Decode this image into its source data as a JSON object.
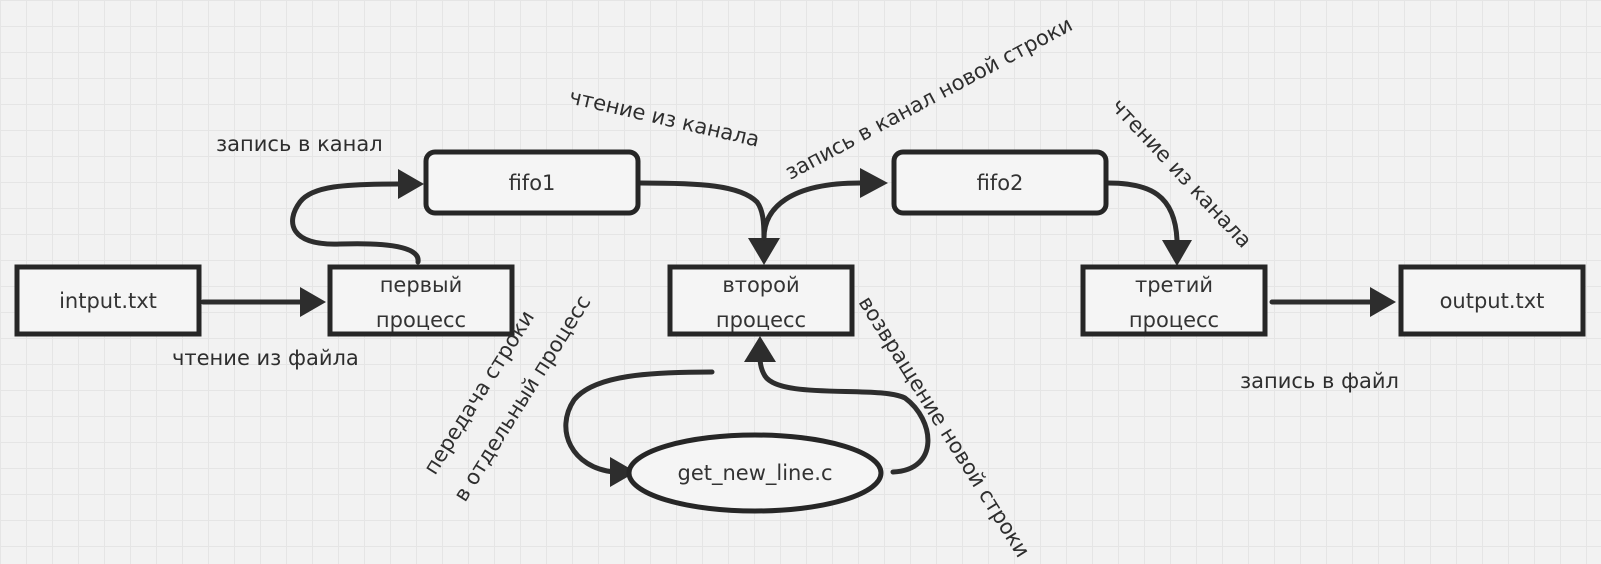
{
  "nodes": {
    "input_file": "intput.txt",
    "first_process": [
      "первый",
      "процесс"
    ],
    "fifo1": "fifo1",
    "second_process": [
      "второй",
      "процесс"
    ],
    "fifo2": "fifo2",
    "third_process": [
      "третий",
      "процесс"
    ],
    "output_file": "output.txt",
    "get_new_line": "get_new_line.c"
  },
  "labels": {
    "read_file": "чтение из файла",
    "write_channel": "запись в канал",
    "read_channel_1": "чтение из канала",
    "write_channel_new_line": "запись в канал новой строки",
    "read_channel_2": "чтение из канала",
    "write_file": "запись в файл",
    "pass_line": [
      "передача строки",
      "в отдельный процесс"
    ],
    "return_new_line": "возвращение новой строки"
  }
}
